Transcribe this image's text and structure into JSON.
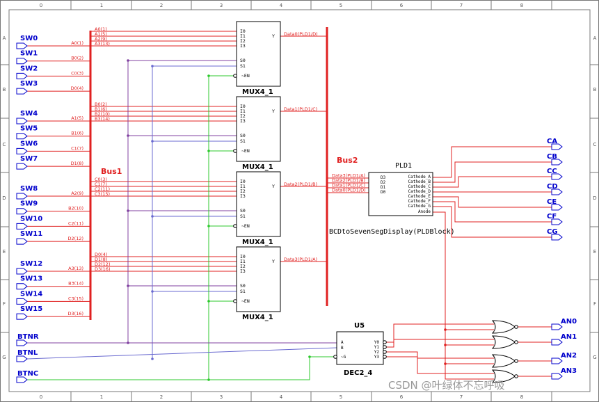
{
  "ruler": {
    "columns": [
      "0",
      "1",
      "2",
      "3",
      "4",
      "5",
      "6",
      "7",
      "8"
    ],
    "rows": [
      "A",
      "B",
      "C",
      "D",
      "E",
      "F",
      "G"
    ]
  },
  "inputs": [
    "SW0",
    "SW1",
    "SW2",
    "SW3",
    "SW4",
    "SW5",
    "SW6",
    "SW7",
    "SW8",
    "SW9",
    "SW10",
    "SW11",
    "SW12",
    "SW13",
    "SW14",
    "SW15",
    "BTNR",
    "BTNL",
    "BTNC"
  ],
  "bus1_taps": [
    "A0(1)",
    "B0(2)",
    "C0(3)",
    "D0(4)",
    "A1(5)",
    "B1(6)",
    "C1(7)",
    "D1(8)",
    "A2(9)",
    "B2(10)",
    "C2(11)",
    "D2(12)",
    "A3(13)",
    "B3(14)",
    "C3(15)",
    "D3(16)"
  ],
  "bus_labels": {
    "bus1": "Bus1",
    "bus2": "Bus2"
  },
  "muxes": [
    {
      "name": "MUX4_1",
      "inputs": [
        "A0(1)",
        "A1(5)",
        "A2(9)",
        "A3(13)"
      ],
      "output": "Data0(PLD1/D)"
    },
    {
      "name": "MUX4_1",
      "inputs": [
        "B0(2)",
        "B1(6)",
        "B2(10)",
        "B3(14)"
      ],
      "output": "Data1(PLD1/C)"
    },
    {
      "name": "MUX4_1",
      "inputs": [
        "C0(3)",
        "C1(7)",
        "C2(11)",
        "C3(15)"
      ],
      "output": "Data2(PLD1/B)"
    },
    {
      "name": "MUX4_1",
      "inputs": [
        "D0(4)",
        "D1(8)",
        "D2(12)",
        "D3(16)"
      ],
      "output": "Data3(PLD1/A)"
    }
  ],
  "mux_pins": {
    "i0": "I0",
    "i1": "I1",
    "i2": "I2",
    "i3": "I3",
    "s0": "S0",
    "s1": "S1",
    "en": "~EN",
    "y": "Y"
  },
  "pld": {
    "ref": "PLD1",
    "title": "BCDtoSevenSegDisplay(PLDBlock)",
    "in_pins": [
      "D3",
      "D2",
      "D1",
      "D0"
    ],
    "in_signals": [
      "Data3(PLD1/A)",
      "Data2(PLD1/B)",
      "Data1(PLD1/C)",
      "Data0(PLD1/D)"
    ],
    "out_pins": [
      "Cathode_A",
      "Cathode_B",
      "Cathode_C",
      "Cathode_D",
      "Cathode_E",
      "Cathode_F",
      "Cathode_G",
      "Anode"
    ]
  },
  "outputs_cathode": [
    "CA",
    "CB",
    "CC",
    "CD",
    "CE",
    "CF",
    "CG"
  ],
  "decoder": {
    "ref": "U5",
    "name": "DEC2_4",
    "in_pins": [
      "A",
      "B",
      "~G"
    ],
    "out_pins": [
      "Y0",
      "Y1",
      "Y2",
      "Y3"
    ]
  },
  "outputs_anode": [
    "AN0",
    "AN1",
    "AN2",
    "AN3"
  ],
  "watermark": "CSDN @叶绿体不忘呼吸",
  "colors": {
    "wire": "#e02020",
    "net": "#0000cc",
    "s0": "#8040a0",
    "s1": "#6a6ad0",
    "en": "#2cc92c",
    "frame": "#777777"
  }
}
